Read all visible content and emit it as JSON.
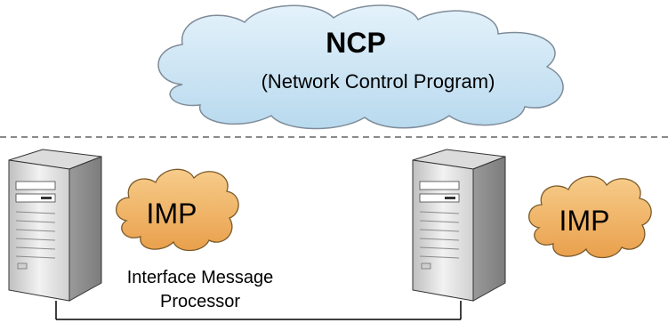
{
  "ncp": {
    "title": "NCP",
    "subtitle": "(Network Control Program)"
  },
  "imp_left": {
    "label": "IMP"
  },
  "imp_right": {
    "label": "IMP"
  },
  "imp_caption": {
    "line1": "Interface Message",
    "line2": "Processor"
  },
  "colors": {
    "ncp_cloud_fill": "#cfe6f5",
    "imp_cloud_fill": "#f2b86a",
    "outline": "#000000",
    "server_body": "#e6e6e6"
  },
  "icons": [
    "ncp-cloud-icon",
    "server-icon",
    "imp-cloud-icon"
  ]
}
